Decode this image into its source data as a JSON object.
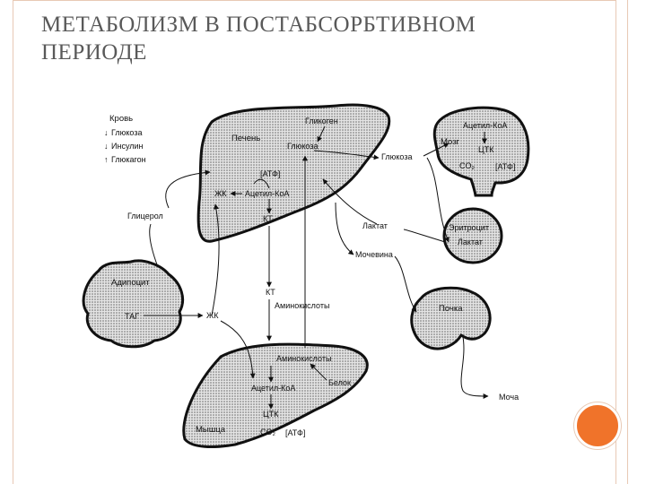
{
  "slide": {
    "title": "МЕТАБОЛИЗМ В ПОСТАБСОРБТИВНОМ\nПЕРИОДЕ"
  },
  "legend": {
    "header": "Кровь",
    "items": [
      {
        "arrow": "↓",
        "label": "Глюкоза"
      },
      {
        "arrow": "↓",
        "label": "Инсулин"
      },
      {
        "arrow": "↑",
        "label": "Глюкагон"
      }
    ]
  },
  "liver": {
    "name": "Печень",
    "glycogen": "Гликоген",
    "glucose": "Глюкоза",
    "atp": "[АТФ]",
    "fa": "ЖК",
    "acetyl_coa": "Ацетил-КоА",
    "kt": "КТ"
  },
  "brain": {
    "name": "Мозг",
    "acetyl_coa": "Ацетил-КоА",
    "tca": "ЦТК",
    "co2": "CO₂",
    "atp": "[АТФ]",
    "glucose": "Глюкоза"
  },
  "erythrocyte": {
    "name": "Эритроцит",
    "lactate": "Лактат"
  },
  "adipocyte": {
    "name": "Адипоцит",
    "tag": "ТАГ",
    "fa": "ЖК"
  },
  "kidney": {
    "name": "Почка",
    "urine": "Моча"
  },
  "muscle": {
    "name": "Мышца",
    "amino_acids": "Аминокислоты",
    "protein": "Белок",
    "acetyl_coa": "Ацетил-КоА",
    "tca": "ЦТК",
    "co2": "CO₂",
    "atp": "[АТФ]"
  },
  "blood": {
    "glycerol": "Глицерол",
    "lactate": "Лактат",
    "urea": "Мочевина",
    "kt": "КТ",
    "amino_acids": "Аминокислоты"
  }
}
